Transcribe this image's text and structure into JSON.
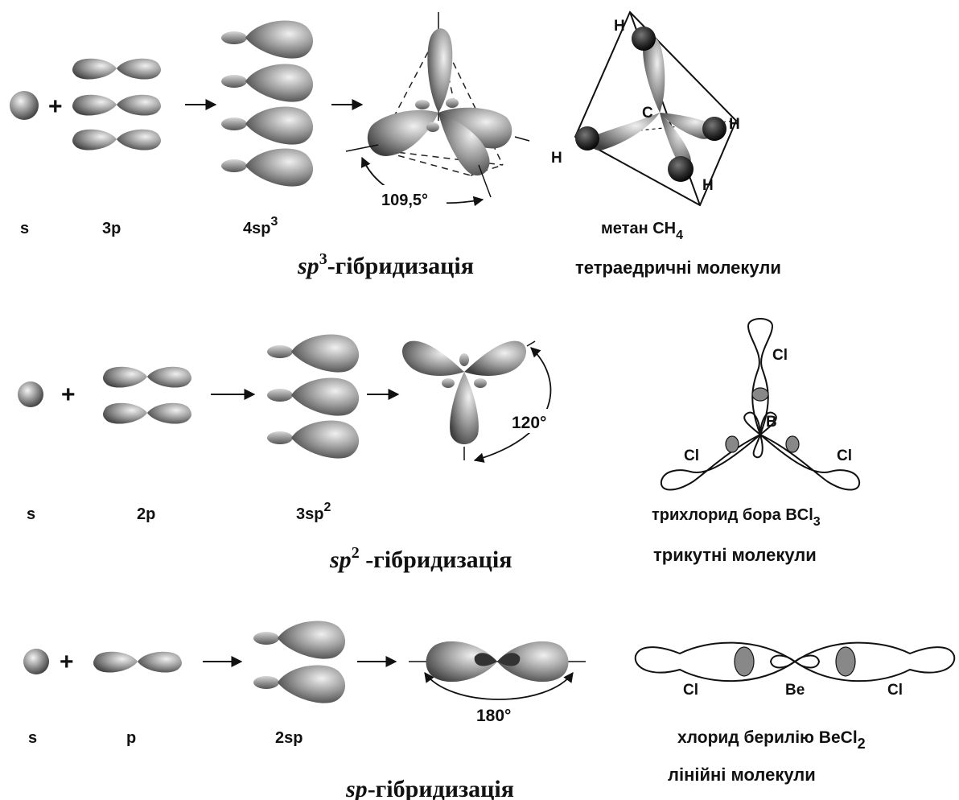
{
  "sp3": {
    "labels": {
      "s": "s",
      "p": "3p",
      "hybrid": "4sp",
      "hybrid_sup": "3"
    },
    "angle": "109,5°",
    "molecule": {
      "name": "метан CH",
      "sub": "4",
      "atoms": {
        "center": "C",
        "h": "H"
      }
    },
    "title": {
      "prefix": "sp",
      "sup": "3",
      "suffix": "-гібридизація"
    },
    "shape": "тетраедричні молекули"
  },
  "sp2": {
    "labels": {
      "s": "s",
      "p": "2p",
      "hybrid": "3sp",
      "hybrid_sup": "2"
    },
    "angle": "120°",
    "molecule": {
      "name": "трихлорид бора BCl",
      "sub": "3",
      "atoms": {
        "center": "B",
        "ligand": "Cl"
      }
    },
    "title": {
      "prefix": "sp",
      "sup": "2",
      "suffix": " -гібридизація"
    },
    "shape": "трикутні молекули"
  },
  "sp": {
    "labels": {
      "s": "s",
      "p": "p",
      "hybrid": "2sp"
    },
    "angle": "180°",
    "molecule": {
      "name": "хлорид берилію BeCl",
      "sub": "2",
      "atoms": {
        "center": "Be",
        "ligand": "Cl"
      }
    },
    "title": {
      "prefix": "sp",
      "suffix": "-гібридизація"
    },
    "shape": "лінійні молекули"
  },
  "symbols": {
    "plus": "+"
  }
}
